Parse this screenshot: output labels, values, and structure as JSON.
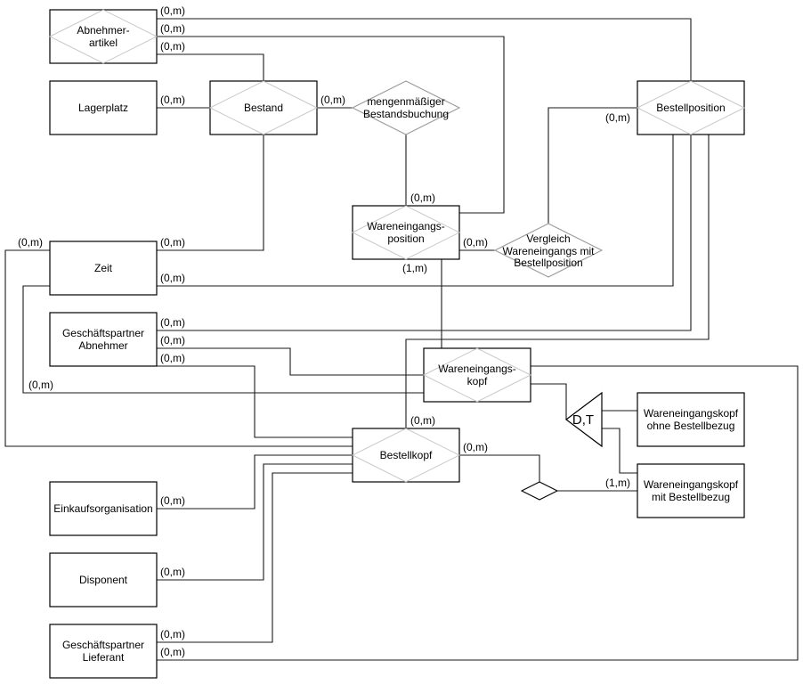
{
  "entities": {
    "abnehmerartikel": [
      "Abnehmer-",
      "artikel"
    ],
    "lagerplatz": [
      "Lagerplatz"
    ],
    "bestand": [
      "Bestand"
    ],
    "bestellposition": [
      "Bestellposition"
    ],
    "zeit": [
      "Zeit"
    ],
    "wareneingangsposition": [
      "Wareneingangs-",
      "position"
    ],
    "gp_abnehmer": [
      "Geschäftspartner",
      "Abnehmer"
    ],
    "wareneingangskopf": [
      "Wareneingangs-",
      "kopf"
    ],
    "bestellkopf": [
      "Bestellkopf"
    ],
    "we_ohne": [
      "Wareneingangskopf",
      "ohne Bestellbezug"
    ],
    "we_mit": [
      "Wareneingangskopf",
      "mit Bestellbezug"
    ],
    "einkaufsorganisation": [
      "Einkaufsorganisation"
    ],
    "disponent": [
      "Disponent"
    ],
    "gp_lieferant": [
      "Geschäftspartner",
      "Lieferant"
    ]
  },
  "relationships": {
    "mengenmaessige_bestandsbuchung": [
      "mengenmäßiger",
      "Bestandsbuchung"
    ],
    "vergleich": [
      "Vergleich",
      "Wareneingangs mit",
      "Bestellposition"
    ]
  },
  "generalization_label": "D,T",
  "cardinalities": {
    "c_abn_1": "(0,m)",
    "c_abn_2": "(0,m)",
    "c_abn_3": "(0,m)",
    "c_lager": "(0,m)",
    "c_bestand_rel": "(0,m)",
    "c_bestpos": "(0,m)",
    "c_wep_top": "(0,m)",
    "c_wep_right": "(0,m)",
    "c_wep_bottom": "(1,m)",
    "c_zeit_left": "(0,m)",
    "c_zeit_right": "(0,m)",
    "c_zeit_bottom": "(0,m)",
    "c_gpa_1": "(0,m)",
    "c_gpa_2": "(0,m)",
    "c_gpa_3": "(0,m)",
    "c_left_loop": "(0,m)",
    "c_bk_top": "(0,m)",
    "c_bk_right": "(0,m)",
    "c_we_mit": "(1,m)",
    "c_einkauf": "(0,m)",
    "c_dispo": "(0,m)",
    "c_gpl_1": "(0,m)",
    "c_gpl_2": "(0,m)"
  }
}
